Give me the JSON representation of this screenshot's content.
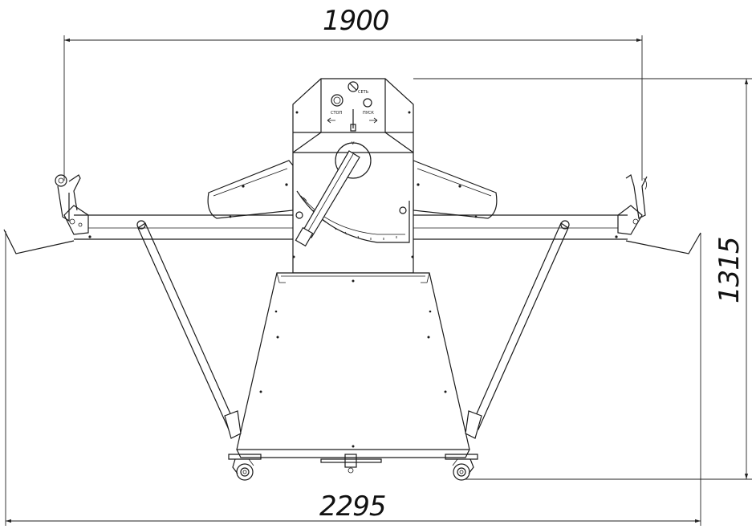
{
  "dimensions": {
    "top_width": "1900",
    "bottom_width": "2295",
    "height": "1315"
  },
  "panel_labels": {
    "power": "СЕТЬ",
    "stop": "СТОП",
    "start": "ПУСК"
  }
}
